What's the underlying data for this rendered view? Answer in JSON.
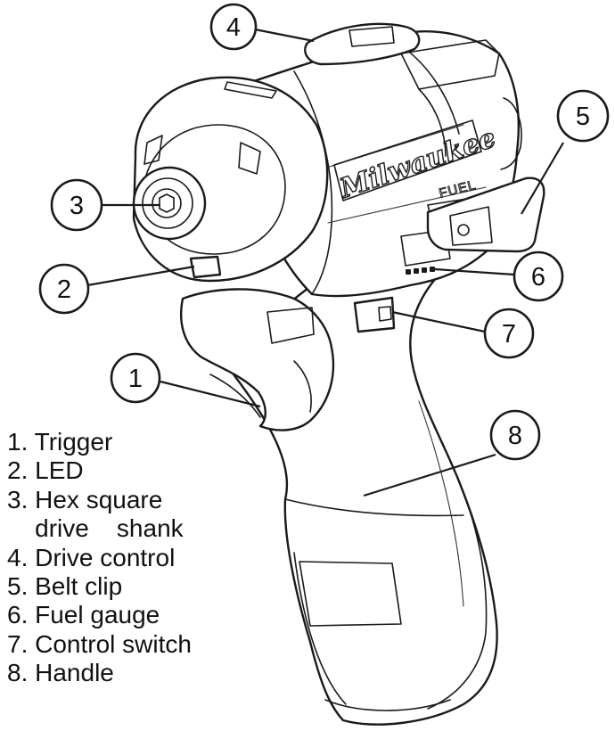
{
  "callouts": [
    {
      "number": "1",
      "label": "Trigger"
    },
    {
      "number": "2",
      "label": "LED"
    },
    {
      "number": "3",
      "label": "Hex square drive shank"
    },
    {
      "number": "4",
      "label": "Drive control"
    },
    {
      "number": "5",
      "label": "Belt clip"
    },
    {
      "number": "6",
      "label": "Fuel gauge"
    },
    {
      "number": "7",
      "label": "Control switch"
    },
    {
      "number": "8",
      "label": "Handle"
    }
  ],
  "legend": [
    "1. Trigger",
    "2. LED",
    "3. Hex square",
    "    drive    shank",
    "4. Drive control",
    "5. Belt clip",
    "6. Fuel gauge",
    "7. Control switch",
    "8. Handle"
  ],
  "branding": {
    "logo_text": "Milwaukee",
    "badge_text": "FUEL"
  }
}
